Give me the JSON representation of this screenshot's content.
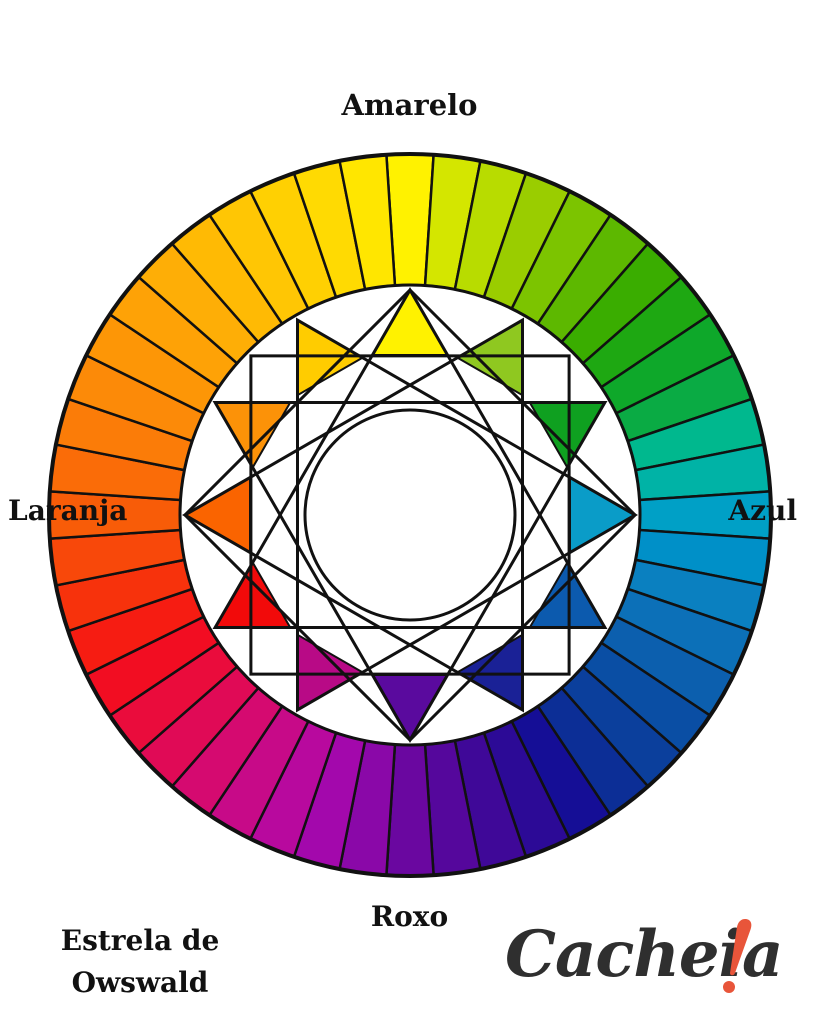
{
  "labels": {
    "top": "Amarelo",
    "left": "Laranja",
    "right": "Azul",
    "bottom": "Roxo"
  },
  "caption": {
    "line1": "Estrela de",
    "line2": "Owswald"
  },
  "logo": {
    "text": "Cacheia"
  },
  "colors": {
    "outline": "#111111",
    "logo_text": "#2f2f2f",
    "logo_accent": "#e8553a"
  },
  "wheel": {
    "segment_colors": [
      "#fff200",
      "#d4e600",
      "#b8dc00",
      "#9acd00",
      "#7cc400",
      "#5db800",
      "#3aad00",
      "#1ea812",
      "#0ea82a",
      "#0aab44",
      "#00b88e",
      "#00b3a6",
      "#00a0c6",
      "#0090c8",
      "#0a80c0",
      "#0c70b8",
      "#0c5fae",
      "#0a4ea4",
      "#0b3f9c",
      "#0c2e96",
      "#150e96",
      "#2c0a96",
      "#3f0898",
      "#55079c",
      "#6a07a0",
      "#8a08a8",
      "#a308ac",
      "#b8099e",
      "#c70a88",
      "#d50a70",
      "#e00a56",
      "#ea0c3c",
      "#f20d22",
      "#f61c12",
      "#f7320c",
      "#f8480a",
      "#f85c08",
      "#fa6c08",
      "#fb7c08",
      "#fc8a08",
      "#fd9606",
      "#fea206",
      "#feae06",
      "#ffba04",
      "#ffc604",
      "#ffd002",
      "#ffda02",
      "#ffe600"
    ],
    "inner_triangle_colors": [
      "#fff200",
      "#8fc820",
      "#0fa020",
      "#0a9cc8",
      "#0c5aae",
      "#1a2196",
      "#5a0a9e",
      "#b80a86",
      "#f20a0a",
      "#fa6400",
      "#fc9208",
      "#ffcc00"
    ]
  }
}
